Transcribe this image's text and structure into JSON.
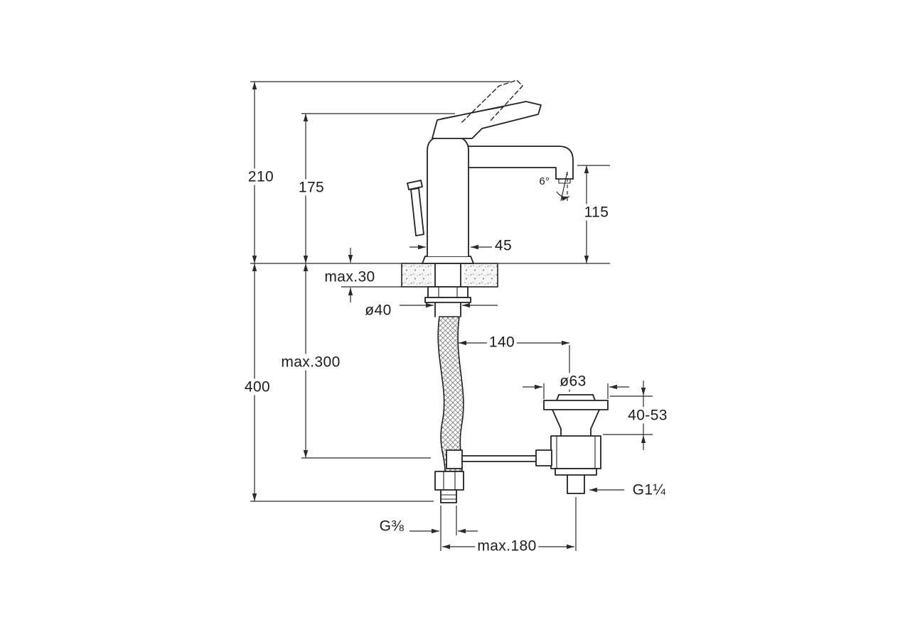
{
  "figure": {
    "subject": "Single-lever basin mixer with pop-up waste — dimensional technical drawing",
    "background_color": "#ffffff",
    "line_color": "#2a2a2a"
  },
  "dimensions": {
    "total_height": "210",
    "height_to_top": "175",
    "spout_height": "115",
    "body_depth": "45",
    "counter_thickness": "max.30",
    "hole_diameter": "ø40",
    "waste_offset": "140",
    "hose_clearance": "max.300",
    "under_counter_depth": "400",
    "waste_flange_diameter": "ø63",
    "waste_body_height": "40-53",
    "waste_thread": "G1¼",
    "supply_thread": "G⅜",
    "bottom_span": "max.180",
    "spout_angle": "6°"
  }
}
